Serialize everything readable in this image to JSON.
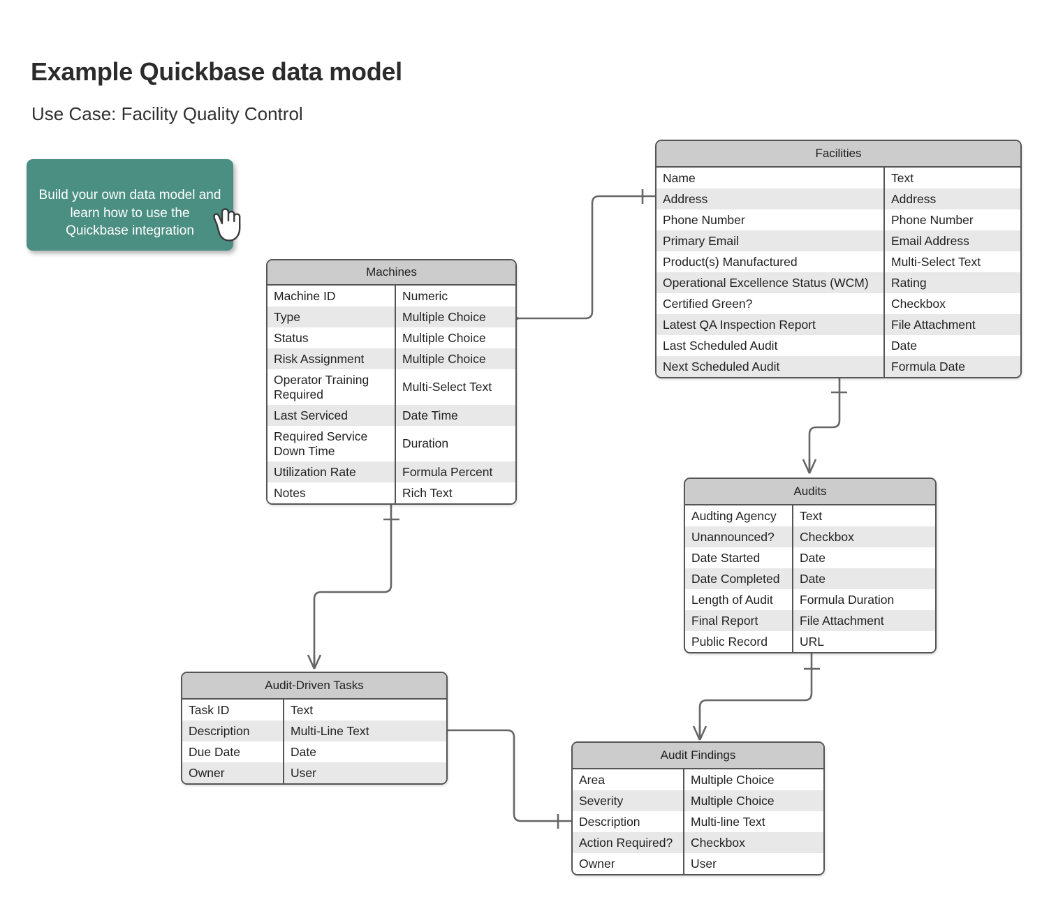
{
  "page": {
    "title": "Example Quickbase data model",
    "subtitle": "Use Case: Facility Quality Control"
  },
  "callout": {
    "text": "Build your own data model and learn how to use the Quickbase integration",
    "background_color": "#4a8f82",
    "text_color": "#ffffff",
    "cursor_icon": "pointing-hand-cursor-icon"
  },
  "colors": {
    "table_header": "#cccccc",
    "row_odd": "#ffffff",
    "row_even": "#e8e8e8",
    "border": "#555555",
    "connector": "#666666",
    "title_text": "#2b2b2b"
  },
  "tables": {
    "facilities": {
      "name": "Facilities",
      "rows": [
        {
          "field": "Name",
          "type": "Text"
        },
        {
          "field": "Address",
          "type": "Address"
        },
        {
          "field": "Phone Number",
          "type": "Phone Number"
        },
        {
          "field": "Primary Email",
          "type": "Email Address"
        },
        {
          "field": "Product(s) Manufactured",
          "type": "Multi-Select Text"
        },
        {
          "field": "Operational Excellence Status (WCM)",
          "type": "Rating"
        },
        {
          "field": "Certified Green?",
          "type": "Checkbox"
        },
        {
          "field": "Latest QA Inspection Report",
          "type": "File Attachment"
        },
        {
          "field": "Last Scheduled Audit",
          "type": "Date"
        },
        {
          "field": "Next Scheduled Audit",
          "type": "Formula Date"
        }
      ]
    },
    "machines": {
      "name": "Machines",
      "rows": [
        {
          "field": "Machine ID",
          "type": "Numeric"
        },
        {
          "field": "Type",
          "type": "Multiple Choice"
        },
        {
          "field": "Status",
          "type": "Multiple Choice"
        },
        {
          "field": "Risk Assignment",
          "type": "Multiple Choice"
        },
        {
          "field": "Operator Training\nRequired",
          "type": "Multi-Select Text"
        },
        {
          "field": "Last Serviced",
          "type": "Date Time"
        },
        {
          "field": "Required Service\nDown Time",
          "type": "Duration"
        },
        {
          "field": "Utilization Rate",
          "type": "Formula Percent"
        },
        {
          "field": "Notes",
          "type": "Rich Text"
        }
      ]
    },
    "audits": {
      "name": "Audits",
      "rows": [
        {
          "field": "Audting Agency",
          "type": "Text"
        },
        {
          "field": "Unannounced?",
          "type": "Checkbox"
        },
        {
          "field": "Date Started",
          "type": "Date"
        },
        {
          "field": "Date Completed",
          "type": "Date"
        },
        {
          "field": "Length of Audit",
          "type": "Formula Duration"
        },
        {
          "field": "Final Report",
          "type": "File Attachment"
        },
        {
          "field": "Public Record",
          "type": "URL"
        }
      ]
    },
    "audit_driven_tasks": {
      "name": "Audit-Driven Tasks",
      "rows": [
        {
          "field": "Task ID",
          "type": "Text"
        },
        {
          "field": "Description",
          "type": "Multi-Line Text"
        },
        {
          "field": "Due Date",
          "type": "Date"
        },
        {
          "field": "Owner",
          "type": "User"
        }
      ]
    },
    "audit_findings": {
      "name": "Audit Findings",
      "rows": [
        {
          "field": "Area",
          "type": "Multiple Choice"
        },
        {
          "field": "Severity",
          "type": "Multiple Choice"
        },
        {
          "field": "Description",
          "type": "Multi-line Text"
        },
        {
          "field": "Action Required?",
          "type": "Checkbox"
        },
        {
          "field": "Owner",
          "type": "User"
        }
      ]
    }
  },
  "relationships": [
    {
      "from": "Machines",
      "from_cardinality": "many",
      "to": "Facilities",
      "to_cardinality": "one"
    },
    {
      "from": "Audits",
      "from_cardinality": "many",
      "to": "Facilities",
      "to_cardinality": "one"
    },
    {
      "from": "Audit Findings",
      "from_cardinality": "many",
      "to": "Audits",
      "to_cardinality": "one"
    },
    {
      "from": "Audit-Driven Tasks",
      "from_cardinality": "many",
      "to": "Machines",
      "to_cardinality": "one"
    },
    {
      "from": "Audit-Driven Tasks",
      "from_cardinality": "many",
      "to": "Audit Findings",
      "to_cardinality": "one"
    }
  ]
}
